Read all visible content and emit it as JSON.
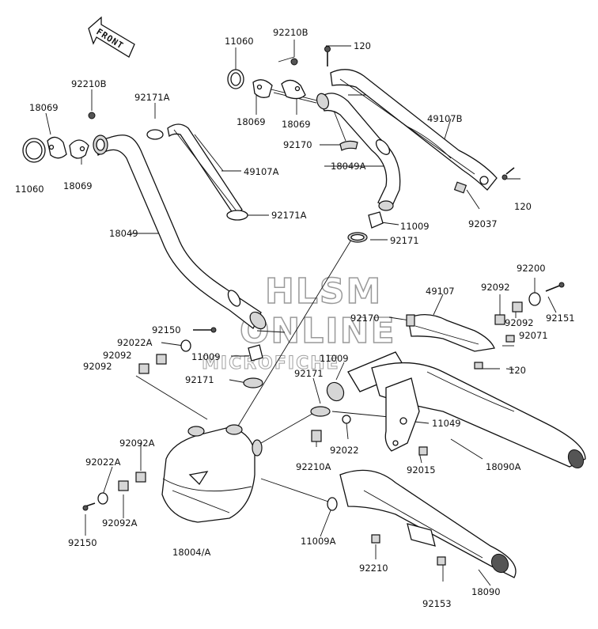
{
  "front_indicator": {
    "text": "FRONT"
  },
  "watermark": {
    "line1": "HLSM",
    "line2": "ONLINE",
    "line3": "MICROFICHE"
  },
  "labels": {
    "p11060_top": "11060",
    "p92210B_top": "92210B",
    "p120_top": "120",
    "p92210B_left": "92210B",
    "p92171A_top": "92171A",
    "p18069_left_a": "18069",
    "p18069_mid_a": "18069",
    "p18069_mid_b": "18069",
    "p49107B": "49107B",
    "p92170_top": "92170",
    "p11060_left": "11060",
    "p18069_left_b": "18069",
    "p18049A": "18049A",
    "p49107A": "49107A",
    "p120_right": "120",
    "p11009_top": "11009",
    "p92037": "92037",
    "p92171A_bottom": "92171A",
    "p92171_top": "92171",
    "p18049": "18049",
    "p92200": "92200",
    "p49107": "49107",
    "p92092_right_top": "92092",
    "p92151": "92151",
    "p92170_mid": "92170",
    "p92092_right": "92092",
    "p92150_top": "92150",
    "p92022A_top": "92022A",
    "p92092_left_a": "92092",
    "p11009_mid": "11009",
    "p92071": "92071",
    "p92092_left_b": "92092",
    "p11009_right": "11009",
    "p120_mid": "120",
    "p92171_mid": "92171",
    "p92171_low": "92171",
    "p11049": "11049",
    "p92092A_top": "92092A",
    "p92022": "92022",
    "p92210A": "92210A",
    "p92015": "92015",
    "p18090A": "18090A",
    "p92022A_bottom": "92022A",
    "p92092A_bottom": "92092A",
    "p11009A": "11009A",
    "p92150_bottom": "92150",
    "p18004A": "18004/A",
    "p92210": "92210",
    "p18090": "18090",
    "p92153": "92153"
  }
}
